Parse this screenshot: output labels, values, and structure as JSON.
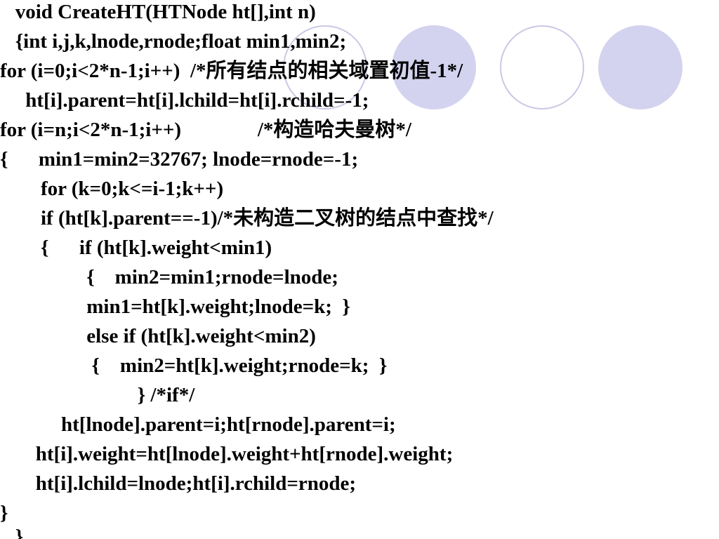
{
  "slide": {
    "code_lines": [
      "   void CreateHT(HTNode ht[],int n)",
      "   {int i,j,k,lnode,rnode;float min1,min2;",
      "for (i=0;i<2*n-1;i++)  /*所有结点的相关域置初值-1*/",
      "     ht[i].parent=ht[i].lchild=ht[i].rchild=-1;",
      "for (i=n;i<2*n-1;i++)               /*构造哈夫曼树*/",
      "{      min1=min2=32767; lnode=rnode=-1;",
      "        for (k=0;k<=i-1;k++)",
      "        if (ht[k].parent==-1)/*未构造二叉树的结点中查找*/",
      "        {      if (ht[k].weight<min1)",
      "                 {    min2=min1;rnode=lnode;",
      "                 min1=ht[k].weight;lnode=k;  }",
      "                 else if (ht[k].weight<min2)",
      "                  {    min2=ht[k].weight;rnode=k;  }",
      "                           } /*if*/",
      "            ht[lnode].parent=i;ht[rnode].parent=i;",
      "       ht[i].weight=ht[lnode].weight+ht[rnode].weight;",
      "       ht[i].lchild=lnode;ht[i].rchild=rnode;",
      "}",
      "   }"
    ]
  },
  "decoration": {
    "circle_outline_color": "#c9c9e6",
    "circle_fill_color": "#d3d3ef"
  }
}
